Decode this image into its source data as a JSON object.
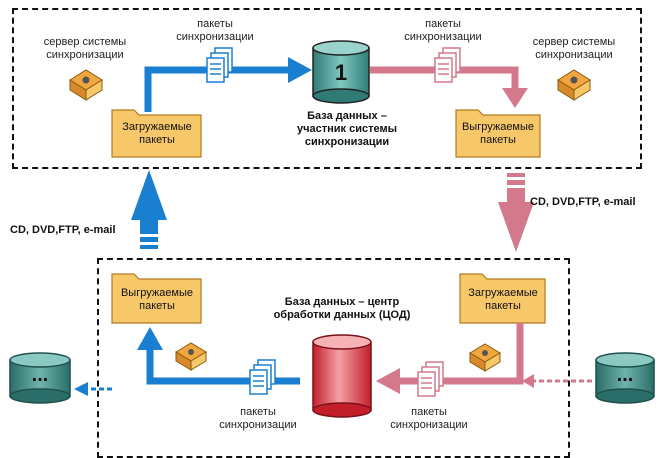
{
  "top_zone": {
    "left_server": "сервер системы синхронизации",
    "right_server": "сервер системы синхронизации",
    "packets_in": "пакеты синхронизации",
    "packets_out": "пакеты синхронизации",
    "db_number": "1",
    "db_caption": "База данных – участник системы синхронизации",
    "folder_loaded": "Загружаемые пакеты",
    "folder_unloaded": "Выгружаемые пакеты"
  },
  "transport": {
    "right": "CD, DVD,FTP, e-mail",
    "left": "CD, DVD,FTP, e-mail"
  },
  "bottom_zone": {
    "db_caption": "База  данных – центр обработки данных (ЦОД)",
    "folder_unloaded": "Выгружаемые пакеты",
    "folder_loaded": "Загружаемые пакеты",
    "packets_left": "пакеты синхронизации",
    "packets_right": "пакеты синхронизации",
    "side_db_left": "...",
    "side_db_right": "..."
  },
  "colors": {
    "blue": "#1a7fd0",
    "pink": "#d4788c",
    "folder": "#f6c86a",
    "teal_db": "#3f8f88",
    "red_db": "#e0353d"
  }
}
